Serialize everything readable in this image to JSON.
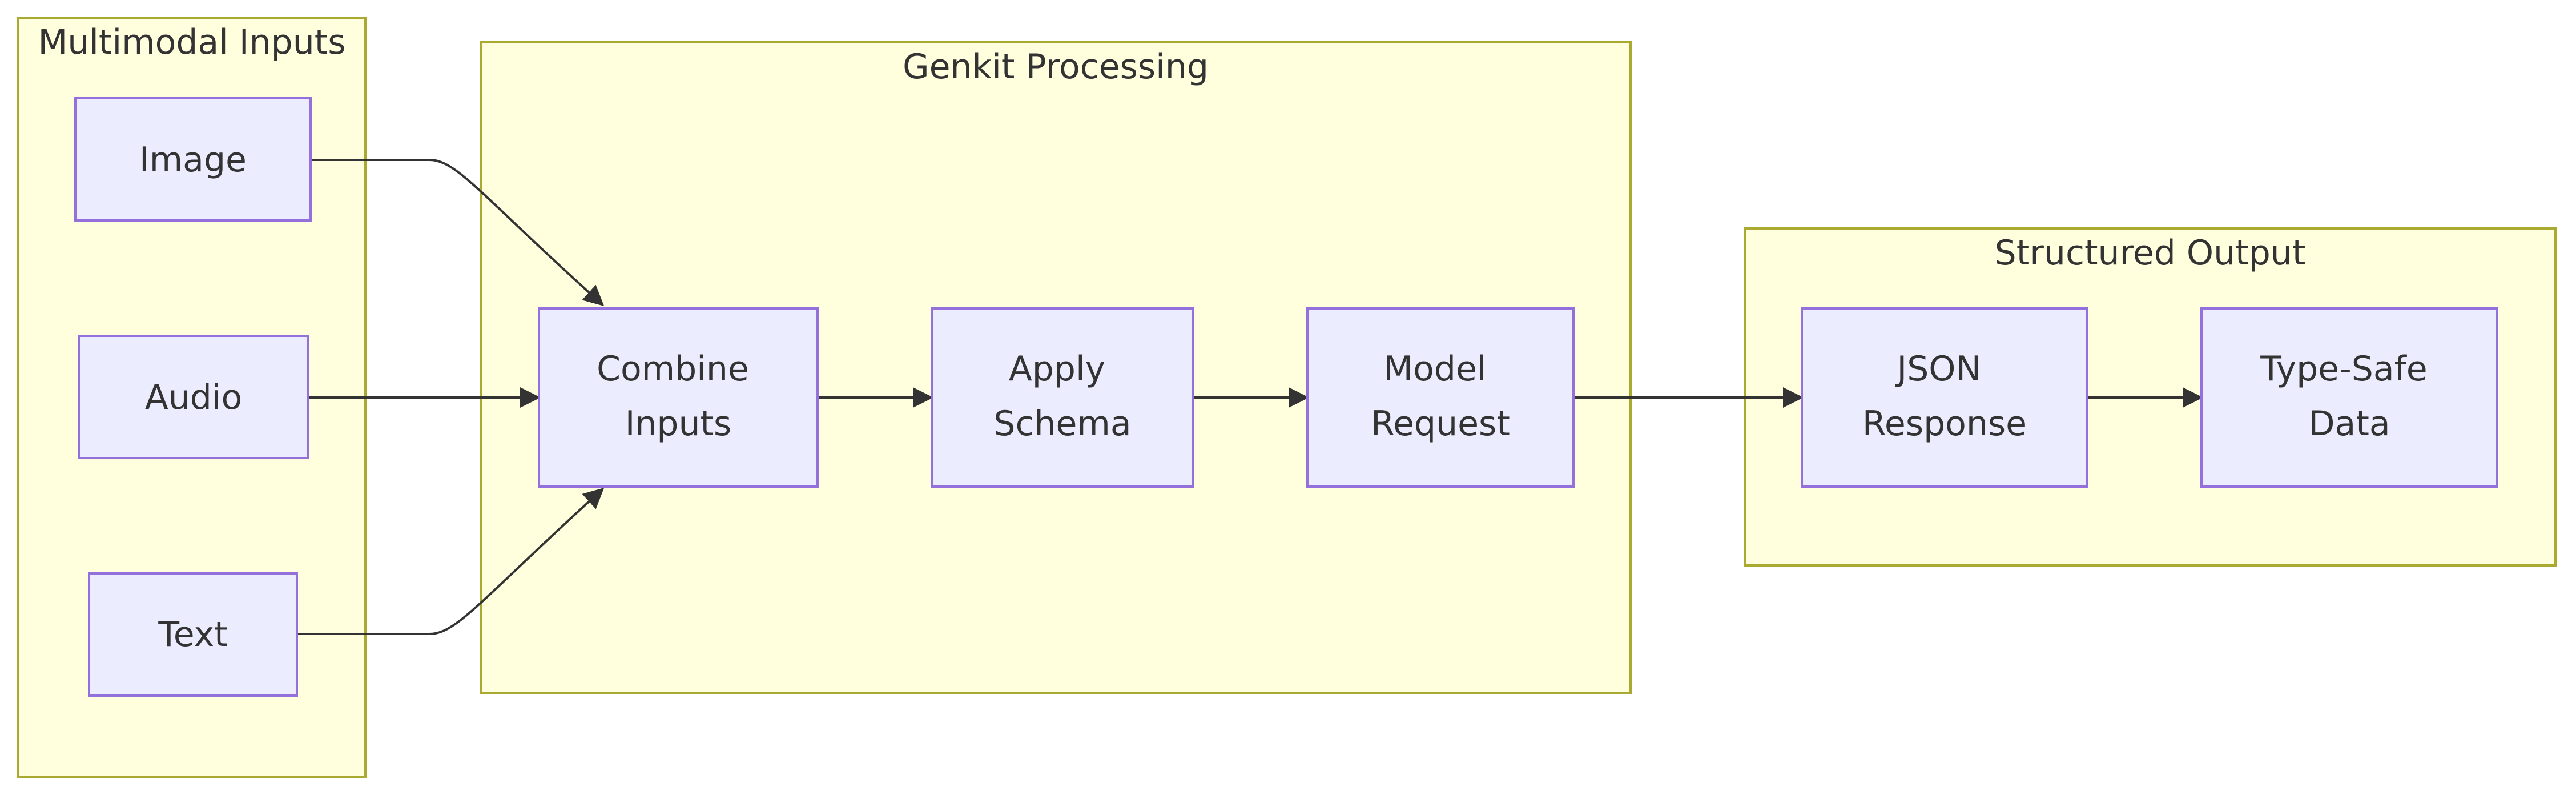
{
  "clusters": {
    "inputs": {
      "label": "Multimodal Inputs"
    },
    "processing": {
      "label": "Genkit Processing"
    },
    "output": {
      "label": "Structured Output"
    }
  },
  "nodes": {
    "image": {
      "lines": [
        "Image"
      ]
    },
    "audio": {
      "lines": [
        "Audio"
      ]
    },
    "text": {
      "lines": [
        "Text"
      ]
    },
    "combine": {
      "lines": [
        "Combine",
        "Inputs"
      ]
    },
    "schema": {
      "lines": [
        "Apply",
        "Schema"
      ]
    },
    "request": {
      "lines": [
        "Model",
        "Request"
      ]
    },
    "json": {
      "lines": [
        "JSON",
        "Response"
      ]
    },
    "typesafe": {
      "lines": [
        "Type-Safe",
        "Data"
      ]
    }
  },
  "edges": [
    {
      "from": "image",
      "to": "combine"
    },
    {
      "from": "audio",
      "to": "combine"
    },
    {
      "from": "text",
      "to": "combine"
    },
    {
      "from": "combine",
      "to": "schema"
    },
    {
      "from": "schema",
      "to": "request"
    },
    {
      "from": "request",
      "to": "json"
    },
    {
      "from": "json",
      "to": "typesafe"
    }
  ],
  "colors": {
    "cluster_fill": "#ffffde",
    "cluster_border": "#aaaa33",
    "node_fill": "#ececff",
    "node_border": "#9370db",
    "edge": "#333333",
    "text": "#333333"
  }
}
